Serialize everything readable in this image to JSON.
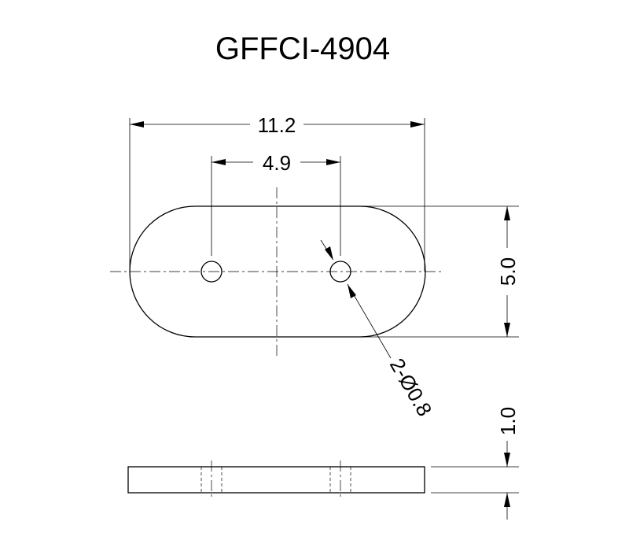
{
  "title": "GFFCI-4904",
  "dimensions": {
    "overall_length": "11.2",
    "hole_spacing": "4.9",
    "width": "5.0",
    "hole_callout": "2-Ø0.8",
    "thickness": "1.0"
  },
  "colors": {
    "line": "#000000",
    "background": "#ffffff"
  }
}
